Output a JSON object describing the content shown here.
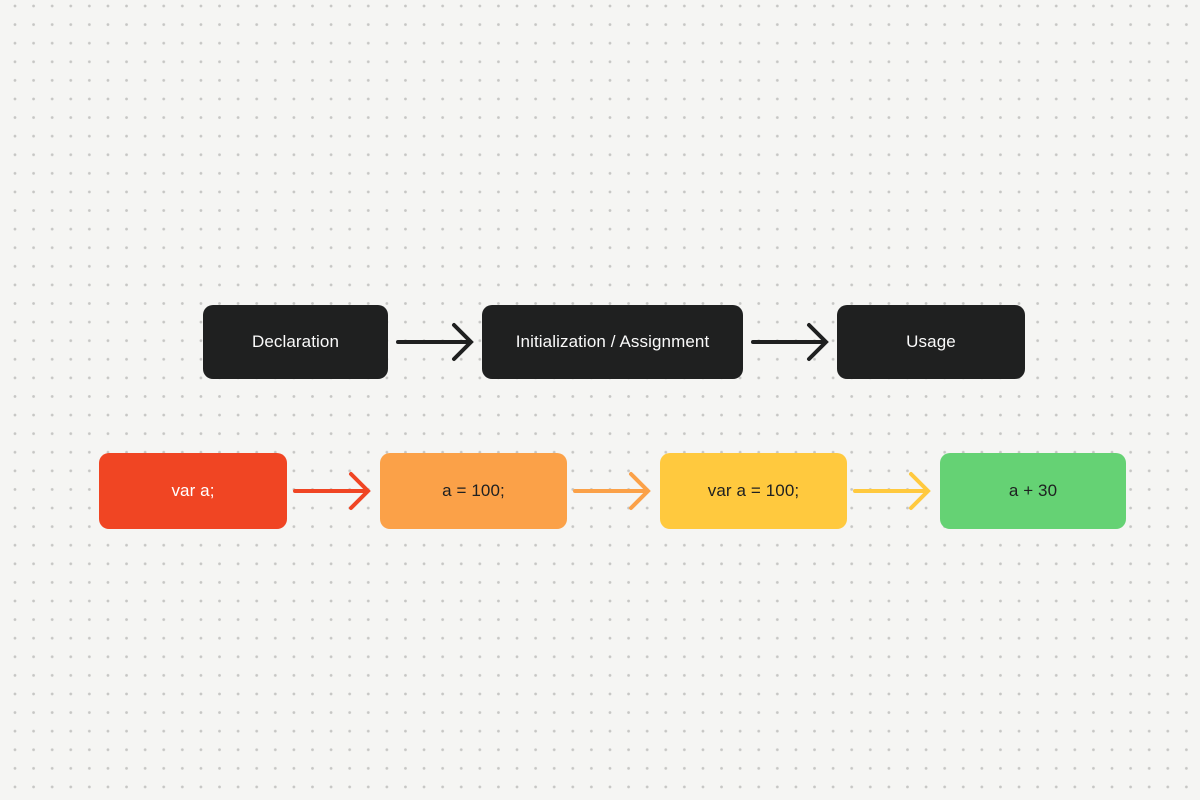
{
  "palette": {
    "background": "#f5f5f3",
    "dot": "#c6c6c4",
    "dark": "#1f2020"
  },
  "top_flow": {
    "nodes": [
      {
        "label": "Declaration",
        "bg": "#1f2020",
        "fg": "#fafafa"
      },
      {
        "label": "Initialization / Assignment",
        "bg": "#1f2020",
        "fg": "#fafafa"
      },
      {
        "label": "Usage",
        "bg": "#1f2020",
        "fg": "#fafafa"
      }
    ],
    "arrows": [
      {
        "color": "#1f2020"
      },
      {
        "color": "#1f2020"
      }
    ]
  },
  "code_flow": {
    "nodes": [
      {
        "label": "var a;",
        "bg": "#f04523",
        "fg": "#ffffff"
      },
      {
        "label": "a = 100;",
        "bg": "#fba148",
        "fg": "#1e2021"
      },
      {
        "label": "var a = 100;",
        "bg": "#ffc93e",
        "fg": "#1e2021"
      },
      {
        "label": "a + 30",
        "bg": "#65d274",
        "fg": "#1e2021"
      }
    ],
    "arrows": [
      {
        "color": "#f04523"
      },
      {
        "color": "#fba148"
      },
      {
        "color": "#ffc93e"
      }
    ]
  }
}
